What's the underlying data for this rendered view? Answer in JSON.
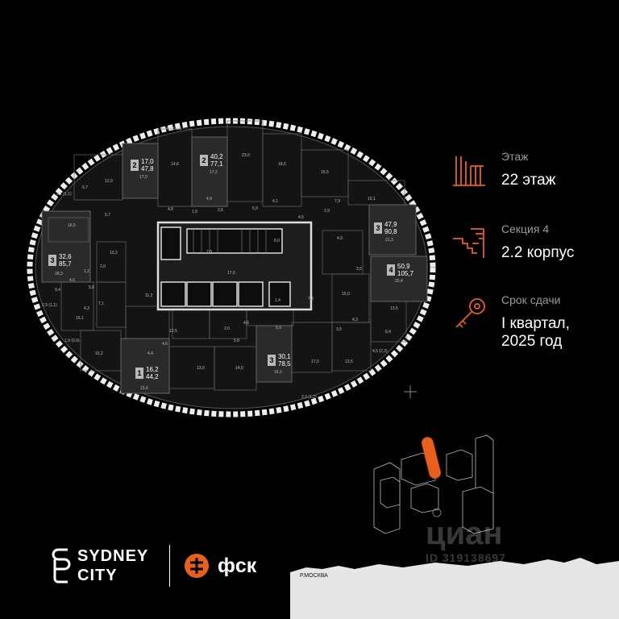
{
  "info": {
    "floor_label": "Этаж",
    "floor_value": "22 этаж",
    "section_label": "Секция 4",
    "section_value": "2.2 корпус",
    "deadline_label": "Срок сдачи",
    "deadline_value_line1": "I квартал,",
    "deadline_value_line2": "2025 год",
    "icons": [
      "building-icon",
      "stairs-icon",
      "key-icon"
    ],
    "accent_color": "#e8601c"
  },
  "units": [
    {
      "rooms": "2",
      "a1": "17,0",
      "a2": "47,8"
    },
    {
      "rooms": "2",
      "a1": "40,2",
      "a2": "77,1"
    },
    {
      "rooms": "3",
      "a1": "47,9",
      "a2": "90,8"
    },
    {
      "rooms": "3",
      "a1": "32,6",
      "a2": "85,7"
    },
    {
      "rooms": "4",
      "a1": "50,9",
      "a2": "105,7"
    },
    {
      "rooms": "1",
      "a1": "16,2",
      "a2": "44,2"
    },
    {
      "rooms": "3",
      "a1": "30,1",
      "a2": "78,5"
    }
  ],
  "room_areas": [
    "4,4 (2,2)",
    "14,6",
    "17,2",
    "23,0",
    "18,6",
    "16,5",
    "10,1",
    "12,9",
    "17,0",
    "6,7",
    "2,1 (1,1)",
    "5,7",
    "4,9",
    "2,6",
    "1,9",
    "4,8",
    "5,9",
    "4,1",
    "4,5",
    "7,9",
    "2,9",
    "16,5",
    "18,3",
    "10,2",
    "7,8",
    "8,0",
    "21,3",
    "4,9",
    "3,5",
    "20,4",
    "17,0",
    "15,0",
    "13,5",
    "11,2",
    "1,4",
    "7,3",
    "6,4",
    "2,9 (1,1)",
    "16,1",
    "1,9 (0,9)",
    "16,2",
    "4,4",
    "4,6",
    "12,5",
    "2,6",
    "4,6",
    "5,9",
    "5,8",
    "3,5",
    "4,3",
    "13,0",
    "14,0",
    "16,1",
    "17,0",
    "13,5",
    "4,5 (2,3)",
    "15,6",
    "2,3 (1,2)",
    "9,4",
    "4,3",
    "7,1",
    "5,8",
    "1,2",
    "2,0",
    "4,6"
  ],
  "brand": {
    "sydney_line1": "SYDNEY",
    "sydney_line2": "CITY",
    "fsk": "фск"
  },
  "river_label": "Р.МОСКВА",
  "watermark": {
    "logo": "циан",
    "id": "ID 319138697"
  }
}
